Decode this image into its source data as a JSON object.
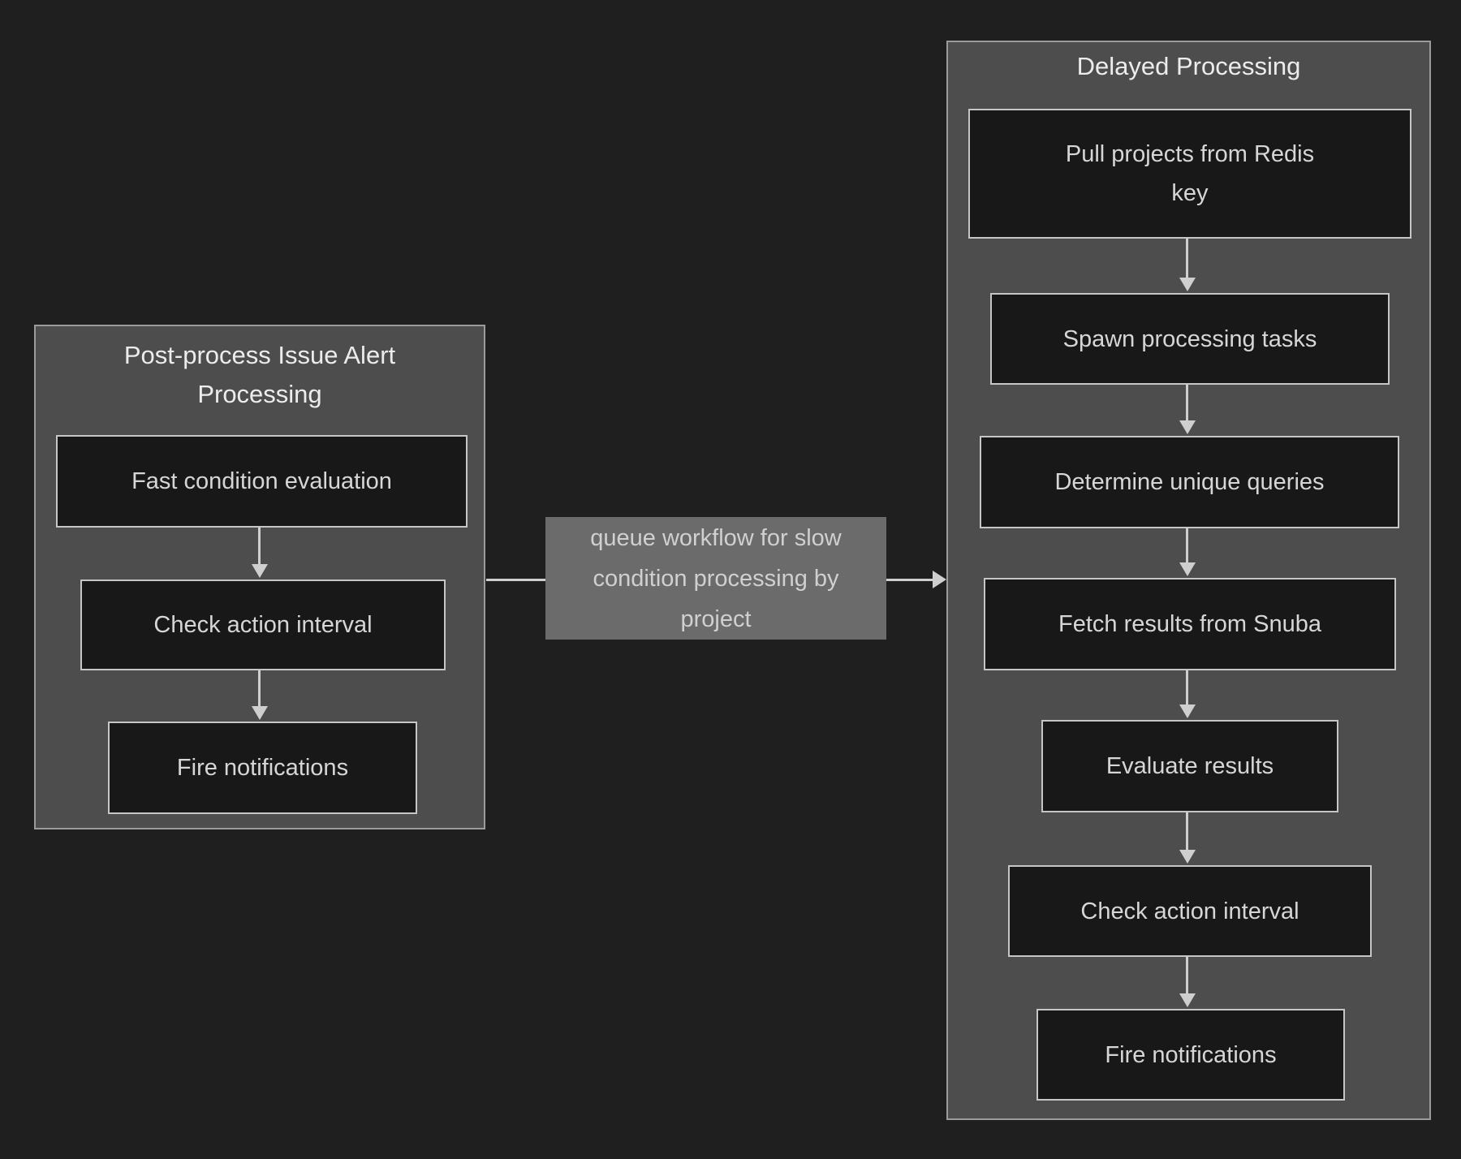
{
  "colors": {
    "page_bg": "#1f1f1f",
    "cluster_bg": "#4d4d4d",
    "cluster_border": "#9b9b9b",
    "node_bg": "#181818",
    "node_border": "#c6c6c6",
    "node_text": "#d6d6d6",
    "title_text": "#ececec",
    "edge_label_bg": "#6b6b6b",
    "edge_label_text": "#d0d0d0",
    "arrow": "#cfcfcf"
  },
  "left_cluster": {
    "title": "Post-process Issue Alert Processing",
    "title_lines": [
      "Post-process Issue Alert",
      "Processing"
    ],
    "nodes": [
      {
        "label": "Fast condition evaluation"
      },
      {
        "label": "Check action interval"
      },
      {
        "label": "Fire notifications"
      }
    ]
  },
  "edge": {
    "label": "queue workflow for slow condition processing by project",
    "label_lines": [
      "queue workflow for slow",
      "condition processing by",
      "project"
    ]
  },
  "right_cluster": {
    "title": "Delayed Processing",
    "nodes": [
      {
        "label": "Pull projects from Redis key",
        "lines": [
          "Pull projects from Redis",
          "key"
        ]
      },
      {
        "label": "Spawn processing tasks"
      },
      {
        "label": "Determine unique queries"
      },
      {
        "label": "Fetch results from Snuba"
      },
      {
        "label": "Evaluate results"
      },
      {
        "label": "Check action interval"
      },
      {
        "label": "Fire notifications"
      }
    ]
  }
}
